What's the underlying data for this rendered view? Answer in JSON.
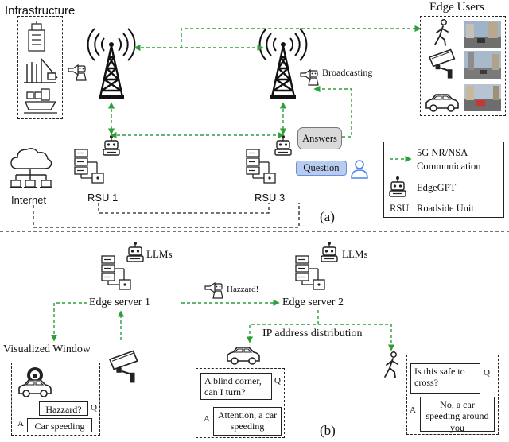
{
  "panel_a": {
    "infrastructure_label": "Infrastructure",
    "edge_users_label": "Edge Users",
    "broadcasting_label": "Broadcasting",
    "answers_label": "Answers",
    "question_label": "Question",
    "rsu1_label": "RSU 1",
    "rsu3_label": "RSU 3",
    "internet_label": "Internet",
    "caption": "(a)"
  },
  "legend": {
    "comm_label_line1": "5G NR/NSA",
    "comm_label_line2": "Communication",
    "edgegpt_label": "EdgeGPT",
    "rsu_abbr": "RSU",
    "rsu_full": "Roadside Unit"
  },
  "panel_b": {
    "llms_label_1": "LLMs",
    "llms_label_2": "LLMs",
    "edge_server_1": "Edge server 1",
    "edge_server_2": "Edge server 2",
    "hazzard_label": "Hazzard!",
    "ip_distribution": "IP address distribution",
    "visualized_window": "Visualized Window",
    "left_window": {
      "question": "Hazzard?",
      "q_tag": "Q",
      "answer": "Car speeding",
      "a_tag": "A"
    },
    "middle_window": {
      "question": "A blind corner, can I turn?",
      "q_tag": "Q",
      "answer": "Attention, a car speeding",
      "a_tag": "A"
    },
    "right_window": {
      "question": "Is this safe to cross?",
      "q_tag": "Q",
      "answer": "No, a car speeding around you",
      "a_tag": "A"
    },
    "caption": "(b)"
  },
  "colors": {
    "comm_green": "#2e9e3a",
    "answers_fill": "#d9d9d9",
    "question_fill": "#b8ccf0",
    "user_blue": "#4a86e8"
  }
}
